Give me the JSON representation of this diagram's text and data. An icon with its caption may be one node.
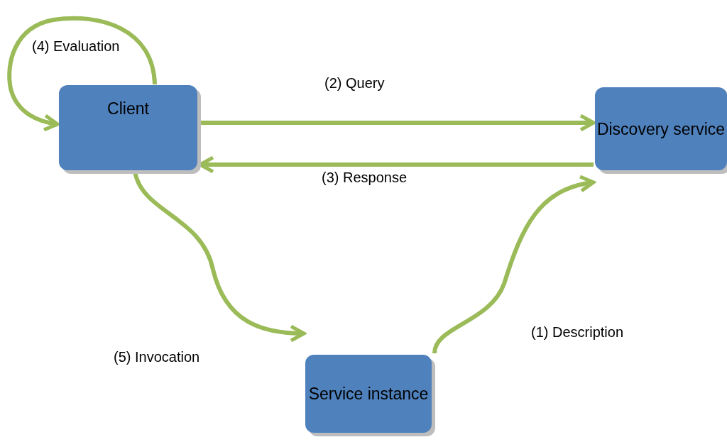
{
  "diagram": {
    "nodes": [
      {
        "text": [
          "Client"
        ]
      },
      {
        "text": [
          "Discovery service"
        ]
      },
      {
        "text": [
          "Service instance"
        ]
      }
    ],
    "edges": [
      {
        "from": 0,
        "to": 0,
        "arrow": "to",
        "label": "(4) Evaluation"
      },
      {
        "from": 0,
        "to": 1,
        "arrow": "to",
        "label": "(2) Query"
      },
      {
        "from": 1,
        "to": 0,
        "arrow": "to",
        "label": "(3) Response"
      },
      {
        "from": 0,
        "to": 2,
        "arrow": "to",
        "label": "(5) Invocation"
      },
      {
        "from": 2,
        "to": 1,
        "arrow": "to",
        "label": "(1) Description"
      }
    ]
  }
}
